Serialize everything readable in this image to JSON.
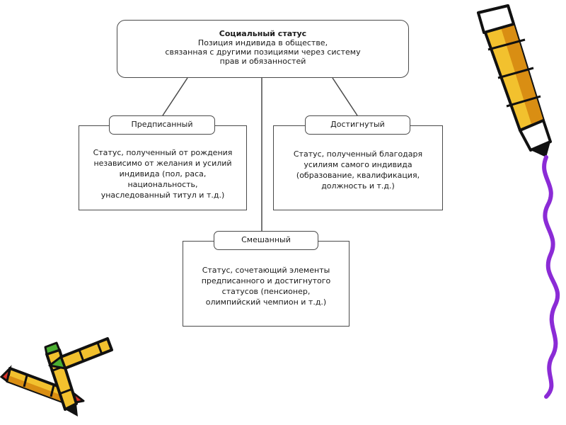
{
  "diagram": {
    "root": {
      "title": "Социальный статус",
      "line1": "Позиция индивида в обществе,",
      "line2": "связанная с другими позициями через систему",
      "line3": "прав и обязанностей"
    },
    "nodes": [
      {
        "label": "Предписанный",
        "lines": [
          "Статус, полученный от рождения",
          "независимо от желания и усилий",
          "индивида (пол, раса,",
          "национальность,",
          "унаследованный титул и т.д.)"
        ]
      },
      {
        "label": "Достигнутый",
        "lines": [
          "Статус, полученный благодаря",
          "усилиям самого индивида",
          "(образование, квалификация,",
          "должность и т.д.)"
        ]
      },
      {
        "label": "Смешанный",
        "lines": [
          "Статус, сочетающий элементы",
          "предписанного и достигнутого",
          "статусов (пенсионер,",
          "олимпийский чемпион и т.д.)"
        ]
      }
    ]
  },
  "decor": {
    "pen_body_color": "#f2c12e",
    "pen_shadow_color": "#d98e13",
    "pen_cap_color": "#4caf32",
    "pen_tip_color": "#d8322a",
    "squiggle_color": "#8b2bd6"
  }
}
